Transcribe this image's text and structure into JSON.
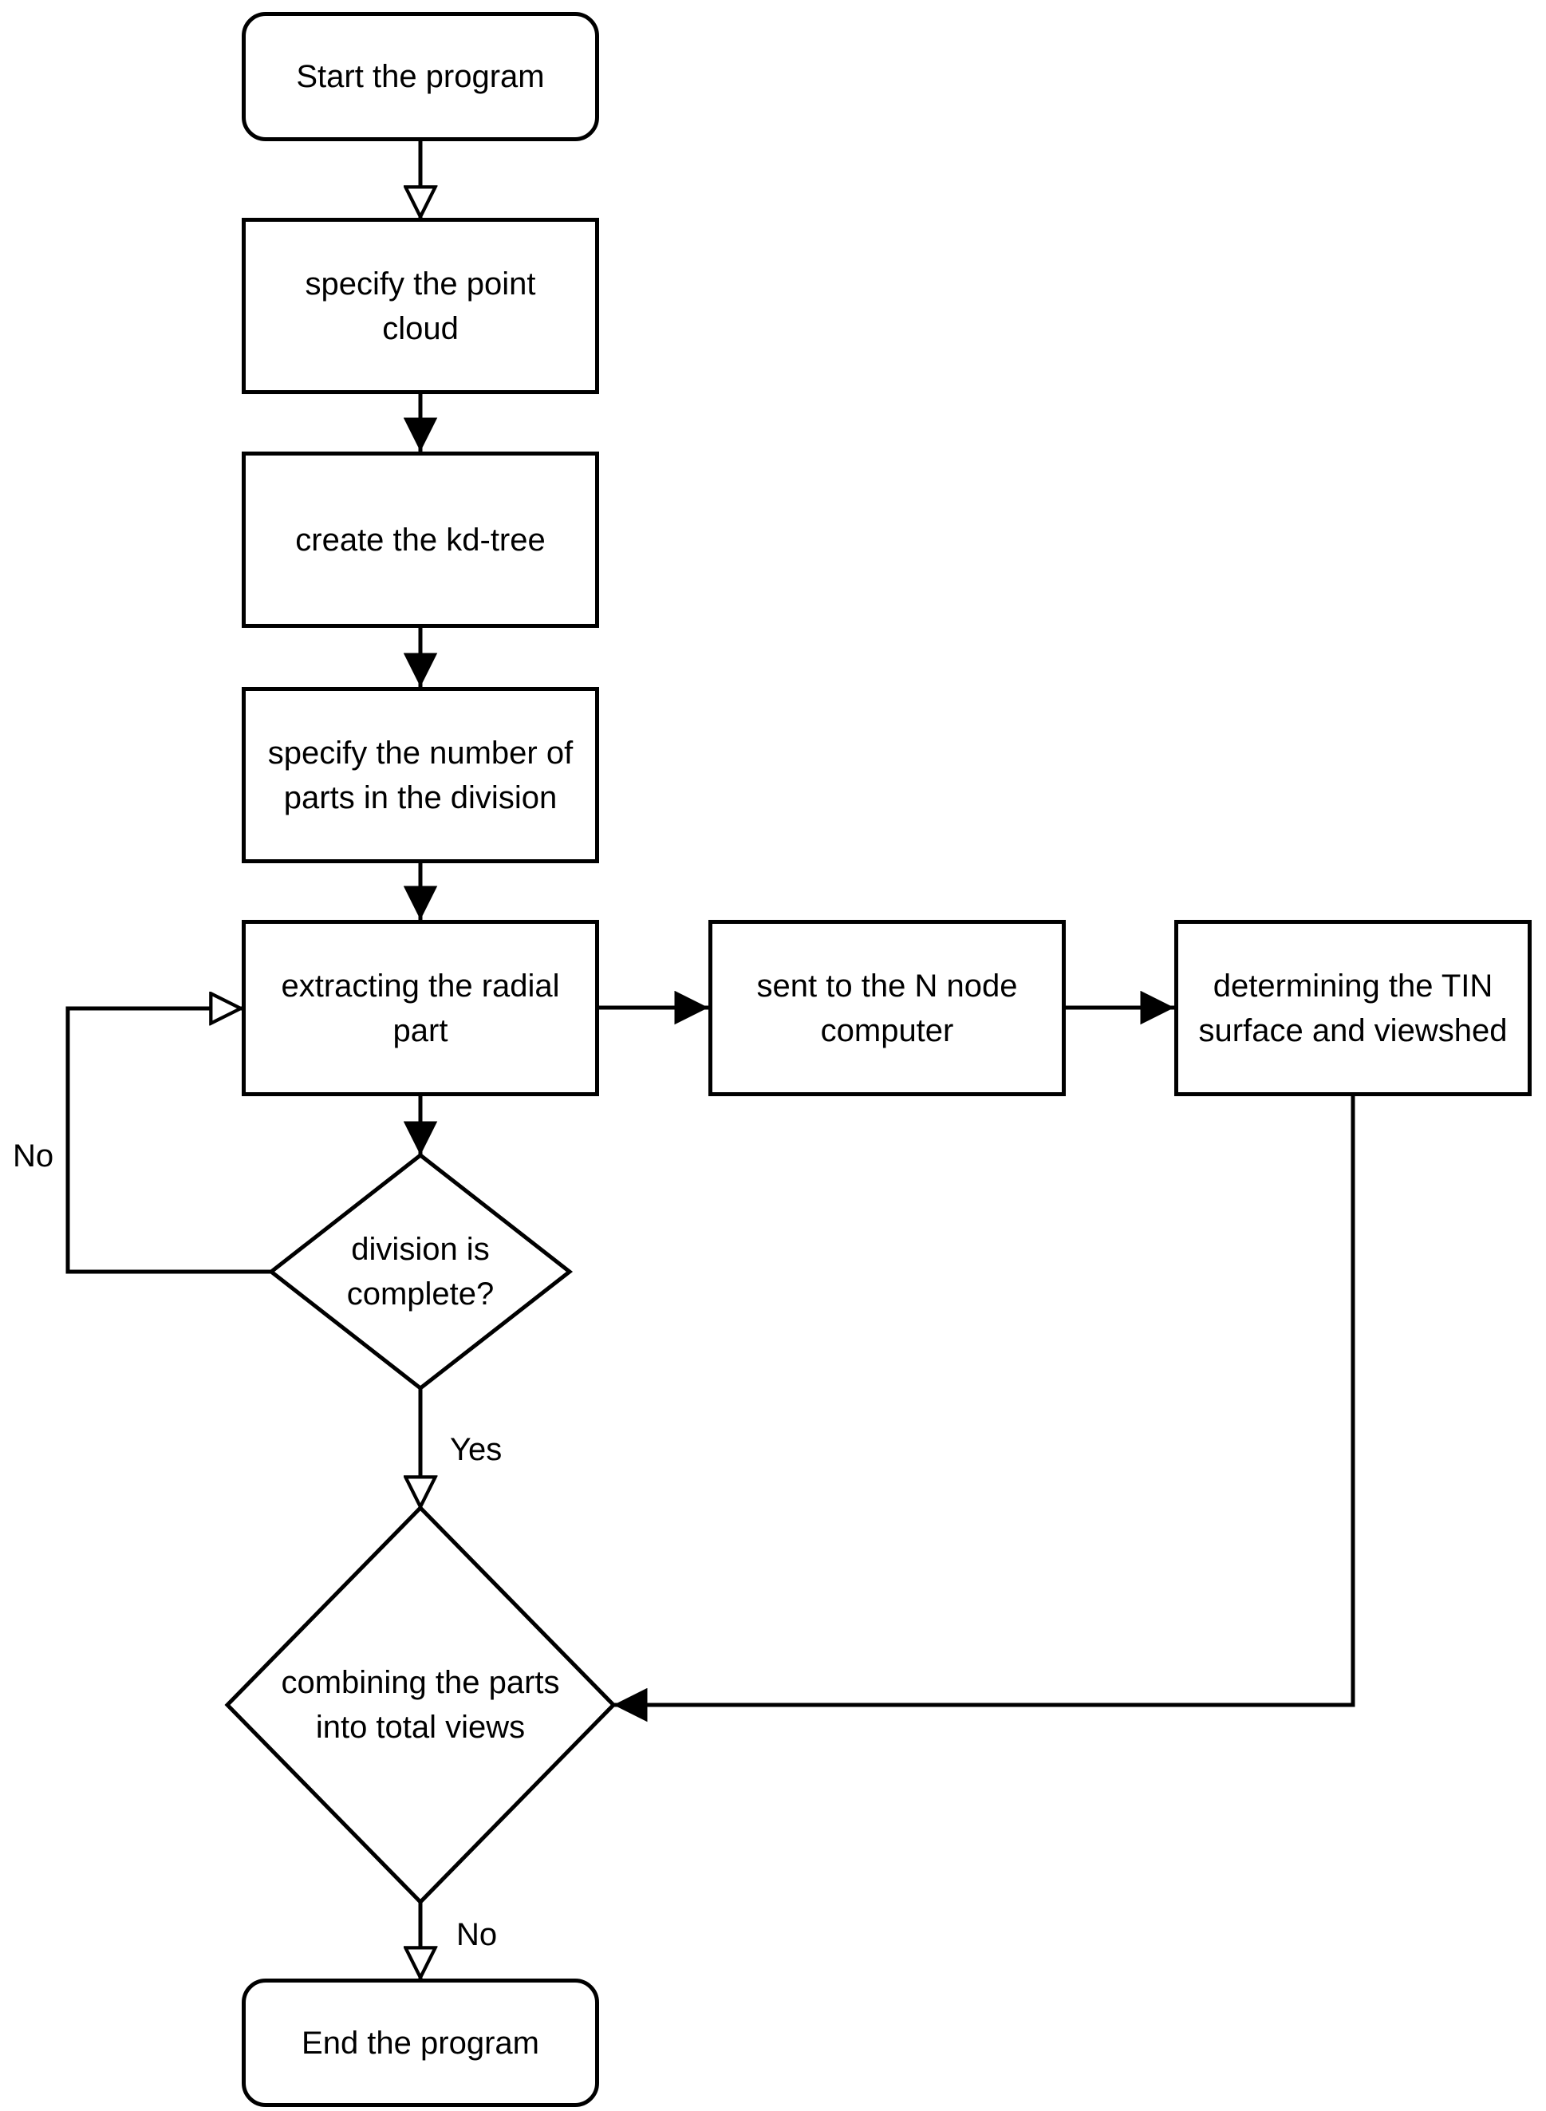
{
  "flowchart": {
    "colors": {
      "background": "#ffffff",
      "stroke": "#000000",
      "text": "#000000"
    },
    "nodes": {
      "start": {
        "type": "terminator",
        "lines": [
          "Start the program"
        ]
      },
      "specify_point_cloud": {
        "type": "process",
        "lines": [
          "specify the point",
          "cloud"
        ]
      },
      "create_kd_tree": {
        "type": "process",
        "lines": [
          "create the kd-tree"
        ]
      },
      "specify_parts": {
        "type": "process",
        "lines": [
          "specify the number of",
          "parts in the division"
        ]
      },
      "extract_radial": {
        "type": "process",
        "lines": [
          "extracting the radial",
          "part"
        ]
      },
      "send_to_nodes": {
        "type": "process",
        "lines": [
          "sent to the N node",
          "computer"
        ]
      },
      "determine_tin": {
        "type": "process",
        "lines": [
          "determining the TIN",
          "surface and viewshed"
        ]
      },
      "division_complete": {
        "type": "decision",
        "lines": [
          "division is",
          "complete?"
        ]
      },
      "combine_parts": {
        "type": "decision",
        "lines": [
          "combining the parts",
          "into total views"
        ]
      },
      "end": {
        "type": "terminator",
        "lines": [
          "End the program"
        ]
      }
    },
    "edge_labels": {
      "division_no": "No",
      "division_yes": "Yes",
      "combine_no": "No"
    }
  }
}
